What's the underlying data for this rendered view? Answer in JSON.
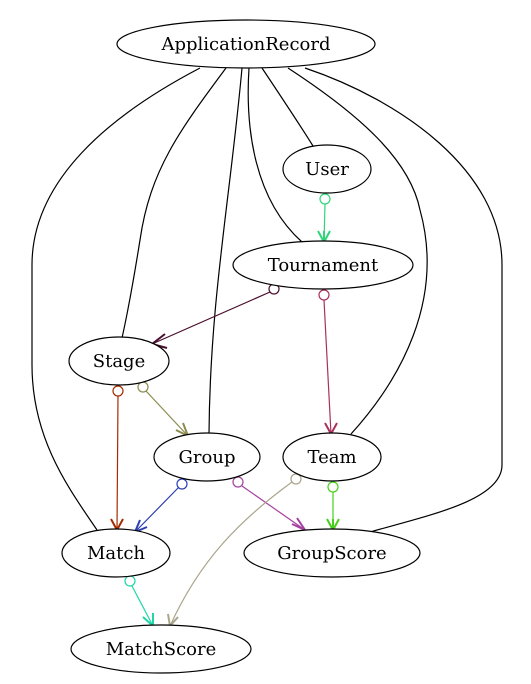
{
  "diagram": {
    "nodes": {
      "application_record": "ApplicationRecord",
      "user": "User",
      "tournament": "Tournament",
      "stage": "Stage",
      "group": "Group",
      "team": "Team",
      "match": "Match",
      "group_score": "GroupScore",
      "match_score": "MatchScore"
    },
    "inheritance_edges": [
      {
        "from": "ApplicationRecord",
        "to": "User"
      },
      {
        "from": "ApplicationRecord",
        "to": "Tournament"
      },
      {
        "from": "ApplicationRecord",
        "to": "Stage"
      },
      {
        "from": "ApplicationRecord",
        "to": "Group"
      },
      {
        "from": "ApplicationRecord",
        "to": "Team"
      },
      {
        "from": "ApplicationRecord",
        "to": "Match"
      },
      {
        "from": "ApplicationRecord",
        "to": "GroupScore"
      }
    ],
    "association_edges": [
      {
        "from": "User",
        "to": "Tournament",
        "color": "#2ed67a"
      },
      {
        "from": "Tournament",
        "to": "Stage",
        "color": "#4a0f2e"
      },
      {
        "from": "Tournament",
        "to": "Team",
        "color": "#a8315e"
      },
      {
        "from": "Stage",
        "to": "Match",
        "color": "#a82a00"
      },
      {
        "from": "Stage",
        "to": "Group",
        "color": "#8b8b4f"
      },
      {
        "from": "Group",
        "to": "Match",
        "color": "#2b3fb0"
      },
      {
        "from": "Group",
        "to": "GroupScore",
        "color": "#a540a0"
      },
      {
        "from": "Team",
        "to": "GroupScore",
        "color": "#47d11a"
      },
      {
        "from": "Team",
        "to": "MatchScore",
        "color": "#aaa48a"
      },
      {
        "from": "Match",
        "to": "MatchScore",
        "color": "#1ed6a8"
      }
    ]
  }
}
